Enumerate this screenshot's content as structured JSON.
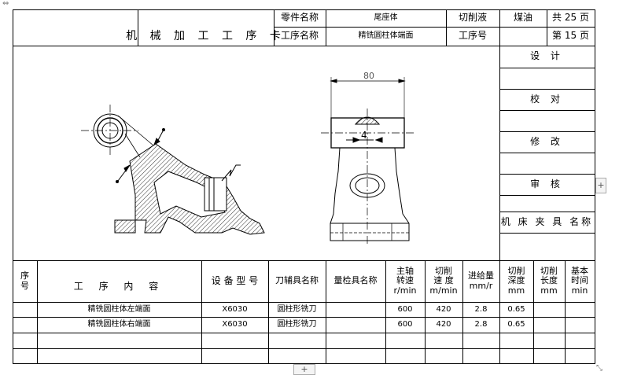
{
  "header": {
    "card_title": "机 械 加 工 工 序 卡",
    "part_name_label": "零件名称",
    "part_name": "尾座体",
    "coolant_label": "切削液",
    "coolant": "煤油",
    "total_pages": "共 25 页",
    "op_name_label": "工序名称",
    "op_name": "精铣圆柱体端面",
    "op_no_label": "工序号",
    "op_no": "",
    "page_no": "第 15 页"
  },
  "sign": {
    "design": "设 计",
    "check": "校 对",
    "revise": "修 改",
    "review": "审 核",
    "fixture": "机 床 夹 具 名称"
  },
  "drawing": {
    "dim_80": "80",
    "dim_4": "4"
  },
  "table": {
    "headers": {
      "seq": "序\n号",
      "content": "工 序 内 容",
      "machine": "设 备 型 号",
      "tool": "刀辅具名称",
      "gauge": "量检具名称",
      "spindle": "主轴\n转速\nr/min",
      "speed": "切削\n速 度\nm/min",
      "feed": "进给量\nmm/r",
      "depth": "切削\n深度\nmm",
      "length": "切削\n长度\nmm",
      "time": "基本\n时间\nmin"
    },
    "rows": [
      {
        "seq": "",
        "content": "精铣圆柱体左端面",
        "machine": "X6030",
        "tool": "圆柱形铣刀",
        "gauge": "",
        "spindle": "600",
        "speed": "420",
        "feed": "2.8",
        "depth": "0.65",
        "length": "",
        "time": ""
      },
      {
        "seq": "",
        "content": "精铣圆柱体右端面",
        "machine": "X6030",
        "tool": "圆柱形铣刀",
        "gauge": "",
        "spindle": "600",
        "speed": "420",
        "feed": "2.8",
        "depth": "0.65",
        "length": "",
        "time": ""
      },
      {
        "seq": "",
        "content": "",
        "machine": "",
        "tool": "",
        "gauge": "",
        "spindle": "",
        "speed": "",
        "feed": "",
        "depth": "",
        "length": "",
        "time": ""
      },
      {
        "seq": "",
        "content": "",
        "machine": "",
        "tool": "",
        "gauge": "",
        "spindle": "",
        "speed": "",
        "feed": "",
        "depth": "",
        "length": "",
        "time": ""
      }
    ]
  },
  "ui": {
    "move_glyph": "⇔",
    "resize_glyph": "⤡",
    "plus_right": "+",
    "plus_bottom": "+"
  }
}
